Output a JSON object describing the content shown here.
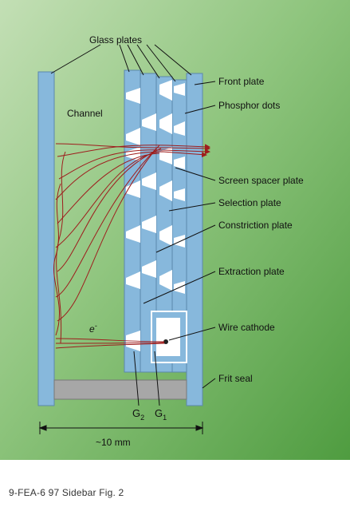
{
  "labels": {
    "glass_plates": "Glass plates",
    "channel": "Channel",
    "front_plate": "Front plate",
    "phosphor_dots": "Phosphor dots",
    "screen_spacer_plate": "Screen spacer plate",
    "selection_plate": "Selection plate",
    "constriction_plate": "Constriction plate",
    "extraction_plate": "Extraction plate",
    "electron": "e",
    "electron_sup": "-",
    "wire_cathode": "Wire cathode",
    "frit_seal": "Frit seal",
    "g2": "G",
    "g2_sub": "2",
    "g1": "G",
    "g1_sub": "1",
    "dimension": "~10 mm"
  },
  "caption": "9-FEA-6 97  Sidebar Fig. 2",
  "colors": {
    "background_green": "#5ea84e",
    "glass_blue": "#87b8dc",
    "glass_edge": "#5b87ad",
    "frit_gray": "#a7a7a7",
    "electron_path": "#9e1d1d",
    "text": "#111111",
    "white": "#ffffff"
  }
}
